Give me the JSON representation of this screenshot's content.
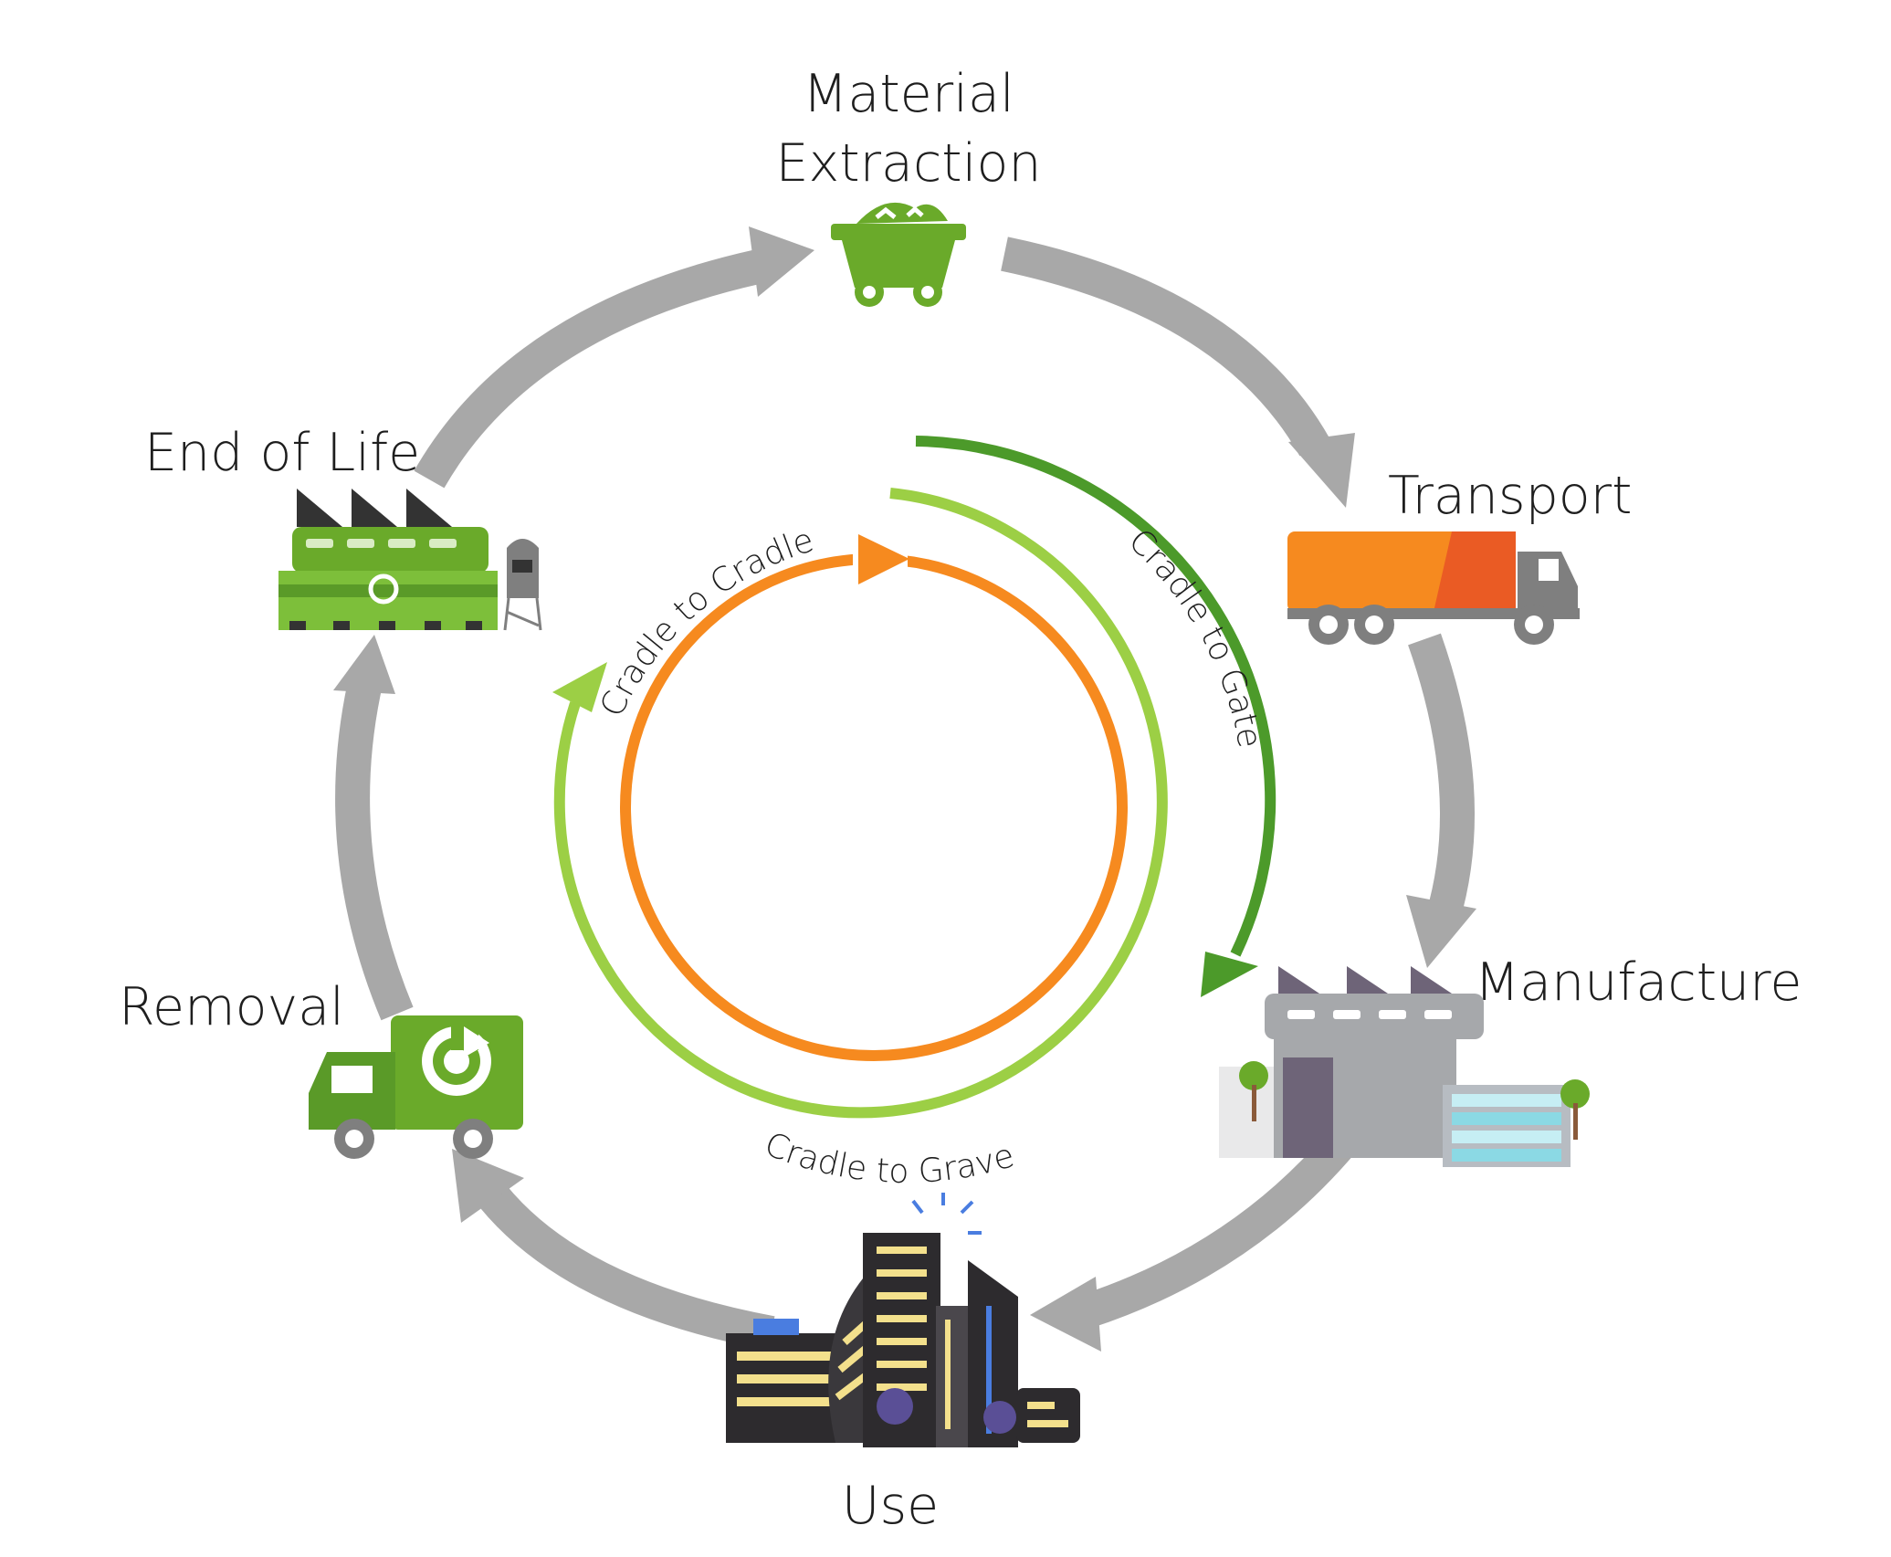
{
  "stages": {
    "material_extraction": {
      "line1": "Material",
      "line2": "Extraction",
      "icon": "mine-cart-icon"
    },
    "transport": {
      "label": "Transport",
      "icon": "delivery-truck-icon"
    },
    "manufacture": {
      "label": "Manufacture",
      "icon": "factory-icon"
    },
    "use": {
      "label": "Use",
      "icon": "city-buildings-icon"
    },
    "removal": {
      "label": "Removal",
      "icon": "recycling-truck-icon"
    },
    "end_of_life": {
      "label": "End of Life",
      "icon": "recycling-plant-icon"
    }
  },
  "cycles": {
    "cradle_to_gate": {
      "label": "Cradle to Gate",
      "color": "#4c9a2a"
    },
    "cradle_to_grave": {
      "label": "Cradle to Grave",
      "color": "#9ccf45"
    },
    "cradle_to_cradle": {
      "label": "Cradle to Cradle",
      "color": "#f68a1f"
    }
  },
  "colors": {
    "outer_arrows": "#a8a8a8",
    "green_icon": "#6aaa2a",
    "orange_truck": "#f68a1f",
    "factory_grey": "#a6a8ab"
  }
}
